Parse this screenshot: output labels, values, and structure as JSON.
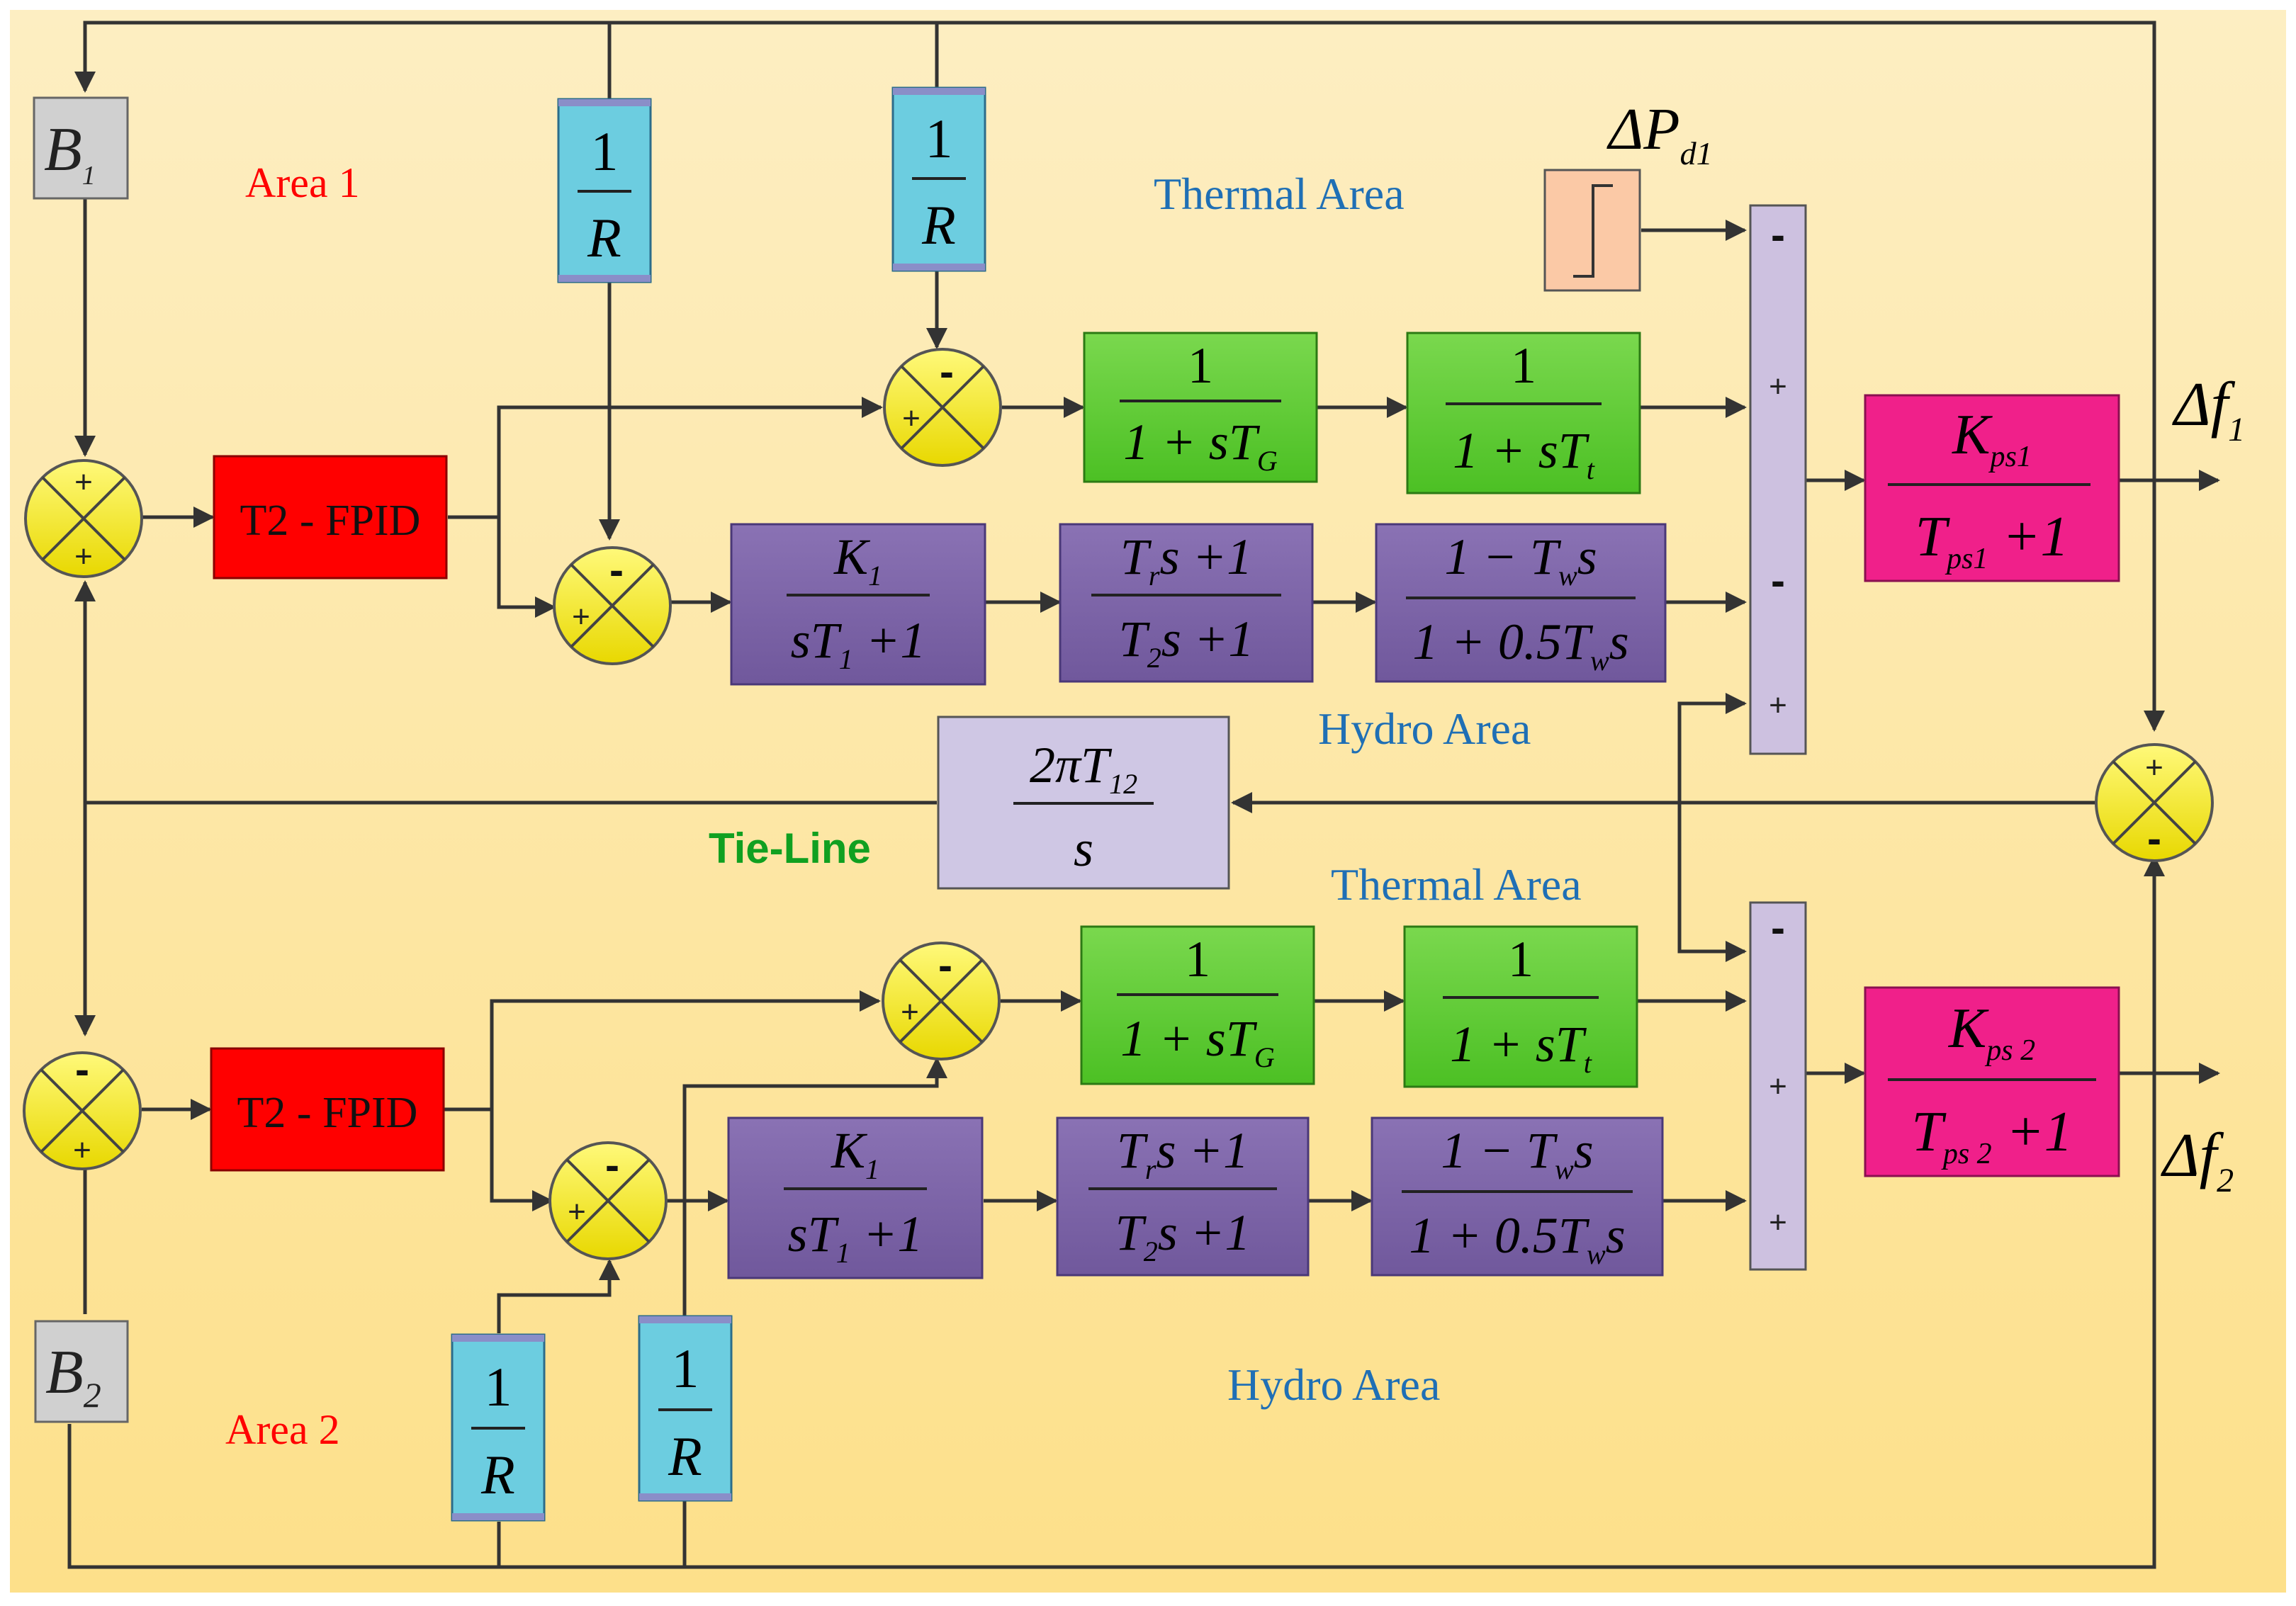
{
  "areas": {
    "area1": "Area 1",
    "area2": "Area 2",
    "thermal_top": "Thermal Area",
    "hydro_top": "Hydro Area",
    "tie_line": "Tie-Line",
    "thermal_bottom": "Thermal Area",
    "hydro_bottom": "Hydro Area"
  },
  "controllers": {
    "area1": "T2 - FPID",
    "area2": "T2 - FPID"
  },
  "bias": {
    "b1_base": "B",
    "b1_sub": "1",
    "b2_base": "B",
    "b2_sub": "2"
  },
  "droop": {
    "num": "1",
    "den": "R"
  },
  "governor": {
    "num": "1",
    "den_prefix": "1 + sT",
    "den_sub": "G"
  },
  "turbine": {
    "num": "1",
    "den_prefix": "1 + sT",
    "den_sub": "t"
  },
  "hydro_gov": {
    "num_base": "K",
    "num_sub": "1",
    "den_a": "sT",
    "den_sub": "1",
    "den_b": " +1"
  },
  "hydro_trans": {
    "num_a": "T",
    "num_sub": "r",
    "num_b": "s +1",
    "den_a": "T",
    "den_sub": "2",
    "den_b": "s +1"
  },
  "hydro_turb": {
    "num_a": "1 − T",
    "num_sub": "w",
    "num_b": "s",
    "den_a": "1 + 0.5T",
    "den_sub": "w",
    "den_b": "s"
  },
  "tie": {
    "num_a": "2πT",
    "num_sub": "12",
    "den": "s"
  },
  "plant1": {
    "num_base": "K",
    "num_sub": "ps1",
    "den_base": "T",
    "den_sub": "ps1",
    "den_tail": "+1"
  },
  "plant2": {
    "num_base": "K",
    "num_sub": "ps 2",
    "den_base": "T",
    "den_sub": "ps 2",
    "den_tail": "+1"
  },
  "disturbance": {
    "base": "ΔP",
    "sub": "d1"
  },
  "outputs": {
    "f1_base": "Δf",
    "f1_sub": "1",
    "f2_base": "Δf",
    "f2_sub": "2"
  },
  "signs": {
    "plus": "+",
    "minus": "-"
  },
  "colors": {
    "background": "#fde6a0",
    "droop_block": "#6ccde0",
    "green_block": "#5ecf3a",
    "purple_block": "#7c62a8",
    "plant_block": "#f0208a",
    "summer_bar": "#cdc1e0",
    "tie_block": "#cfc7e4",
    "controller": "#ff0000",
    "summing_junction": "#f2ec18",
    "bias_block": "#d0d0d0",
    "step_block": "#fbc9a6"
  }
}
